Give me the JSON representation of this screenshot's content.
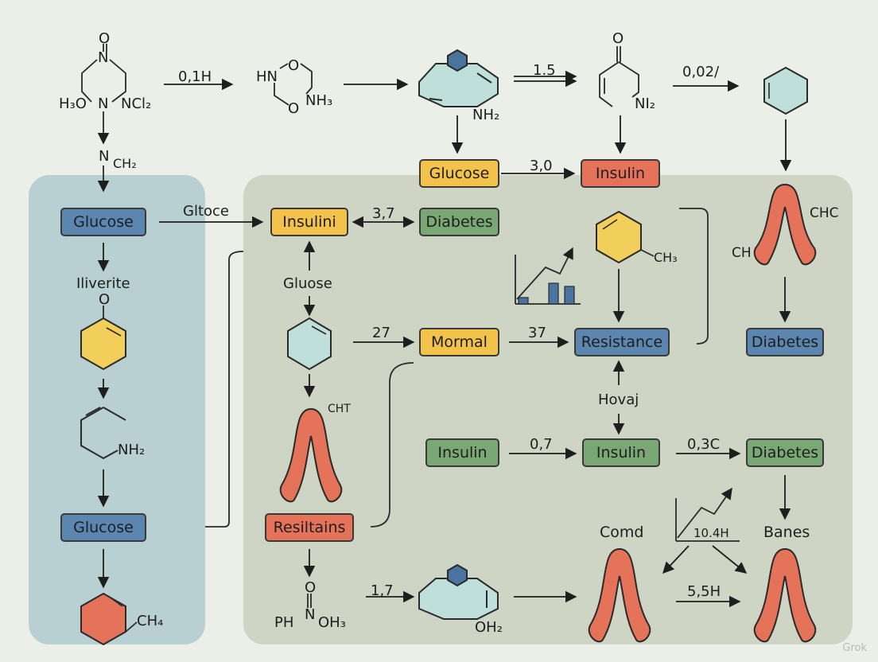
{
  "colors": {
    "background": "#eceee8",
    "panel_left": "#b8d0d2",
    "panel_right": "#cfd5c4",
    "blue_node": "#5a86b0",
    "yellow_node": "#f2c24a",
    "green_node": "#7aa874",
    "red_node": "#e4735a",
    "hex_teal": "#bfe0da",
    "hex_yellow": "#f2cf5a",
    "hex_red": "#e4735a",
    "hex_cap": "#4a73a0",
    "chromosome": "#e4735a",
    "stroke": "#3a3a3a"
  },
  "nodes": {
    "glucose_left_1": "Glucose",
    "glucose_left_2": "Glucose",
    "glucose_top": "Glucose",
    "insulin_top": "Insulin",
    "insulini": "Insulini",
    "diabetes_upper": "Diabetes",
    "mormal": "Mormal",
    "resistance": "Resistance",
    "diabetes_right": "Diabetes",
    "insulin_green_left": "Insulin",
    "insulin_green_mid": "Insulin",
    "diabetes_green": "Diabetes",
    "resiltains": "Resiltains"
  },
  "edge_labels": {
    "e_01h": "0,1H",
    "e_15": "1.5",
    "e_002": "0,02/",
    "e_30": "3,0",
    "e_gltoce": "Gltoce",
    "e_37a": "3,7",
    "e_27": "27",
    "e_37b": "37",
    "e_07": "0,7",
    "e_03c": "0,3C",
    "e_17": "1,7",
    "e_55h": "5,5H",
    "e_104h": "10.4H"
  },
  "text_labels": {
    "gluose": "Gluose",
    "iliverite": "Iliverite",
    "hovaj": "Hovaj",
    "comd": "Comd",
    "banes": "Banes",
    "cht": "CHT",
    "chc": "CHC",
    "ch": "CH"
  },
  "molecules": {
    "m1_o": "O",
    "m1_n": "N",
    "m1_h3o": "H₃O",
    "m1_n2": "N",
    "m1_ncl2": "NCl₂",
    "m1_nch2_n": "N",
    "m1_nch2_ch2": "CH₂",
    "m2_hn": "HN",
    "m2_o1": "O",
    "m2_o2": "O",
    "m2_nh3": "NH₃",
    "m3_nh2": "NH₂",
    "m4_o": "O",
    "m4_ni2": "NI₂",
    "m5_ch3": "CH₃",
    "m6_o": "O",
    "m6_nh2": "NH₂",
    "m7_ch4": "CH₄",
    "m8_o": "O",
    "m8_ph": "PH",
    "m8_n": "N",
    "m8_oh3": "OH₃",
    "m9_oh2": "OH₂"
  },
  "watermark": "Grok"
}
